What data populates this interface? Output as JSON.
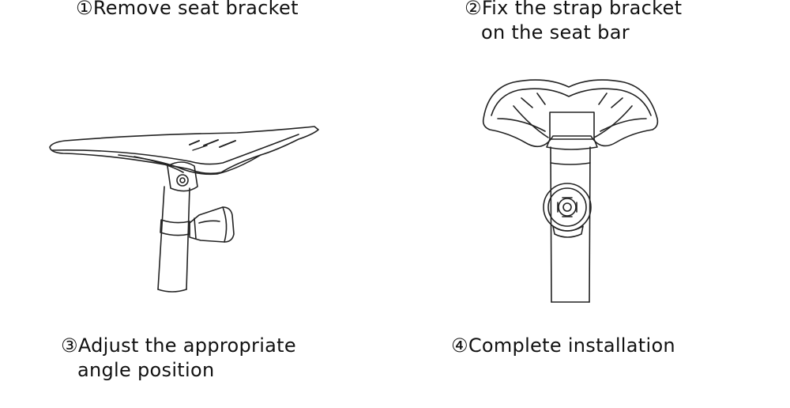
{
  "steps": [
    {
      "number": "①",
      "lines": [
        "Remove seat bracket"
      ]
    },
    {
      "number": "②",
      "lines": [
        "Fix the strap bracket",
        "on the seat bar"
      ]
    },
    {
      "number": "③",
      "lines": [
        "Adjust the appropriate",
        "angle position"
      ]
    },
    {
      "number": "④",
      "lines": [
        "Complete installation"
      ]
    }
  ],
  "colors": {
    "line": "#222222",
    "background": "#ffffff"
  },
  "illustrations": [
    "saddle-side-view-with-light",
    "saddle-rear-view-with-light"
  ]
}
